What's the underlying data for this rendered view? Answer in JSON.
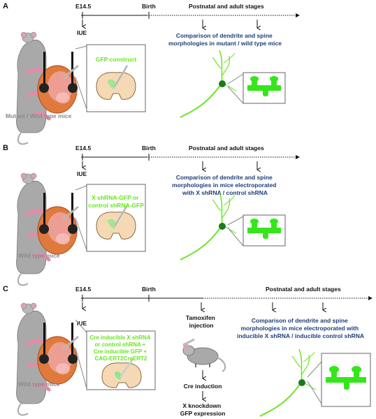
{
  "panels": [
    {
      "letter": "A",
      "timeline": {
        "e145": "E14.5",
        "birth": "Birth",
        "postnatal": "Postnatal and adult stages"
      },
      "iue": "IUE",
      "comparison": [
        "Comparison of dendrite and spine",
        "morphologies in mutant  / wild type mice"
      ],
      "construct": [
        "GFP construct"
      ],
      "mice_label": "Mutant / Wild type mice"
    },
    {
      "letter": "B",
      "timeline": {
        "e145": "E14.5",
        "birth": "Birth",
        "postnatal": "Postnatal and adult stages"
      },
      "iue": "IUE",
      "comparison": [
        "Comparison of dendrite and spine",
        "morphologies in mice electroporated",
        "with X shRNA  / control shRNA"
      ],
      "construct": [
        "X shRNA-GFP or",
        "control shRNA-GFP"
      ],
      "mice_label": "Wild type mice"
    },
    {
      "letter": "C",
      "timeline": {
        "e145": "E14.5",
        "birth": "Birth",
        "postnatal": "Postnatal and adult stages"
      },
      "iue": "IUE",
      "tamoxifen": [
        "Tamoxifen",
        "injection"
      ],
      "cre_induction": "Cre induction",
      "knockdown": [
        "X knockdown",
        "GFP expression"
      ],
      "comparison": [
        "Comparison of dendrite and spine",
        "morphologies in mice electroporated with",
        "inducible X shRNA  / inducible control shRNA"
      ],
      "construct": [
        "Cre inducible X shRNA",
        "or control shRNA +",
        "Cre inducible GFP +",
        "CAG-ERT2CreERT2"
      ],
      "mice_label": "Wild type mice"
    }
  ],
  "colors": {
    "green": "#66e61b",
    "blue": "#1f3e78",
    "mouse_grey": "#a9a9a9",
    "embryo_orange": "#e07a3c"
  }
}
